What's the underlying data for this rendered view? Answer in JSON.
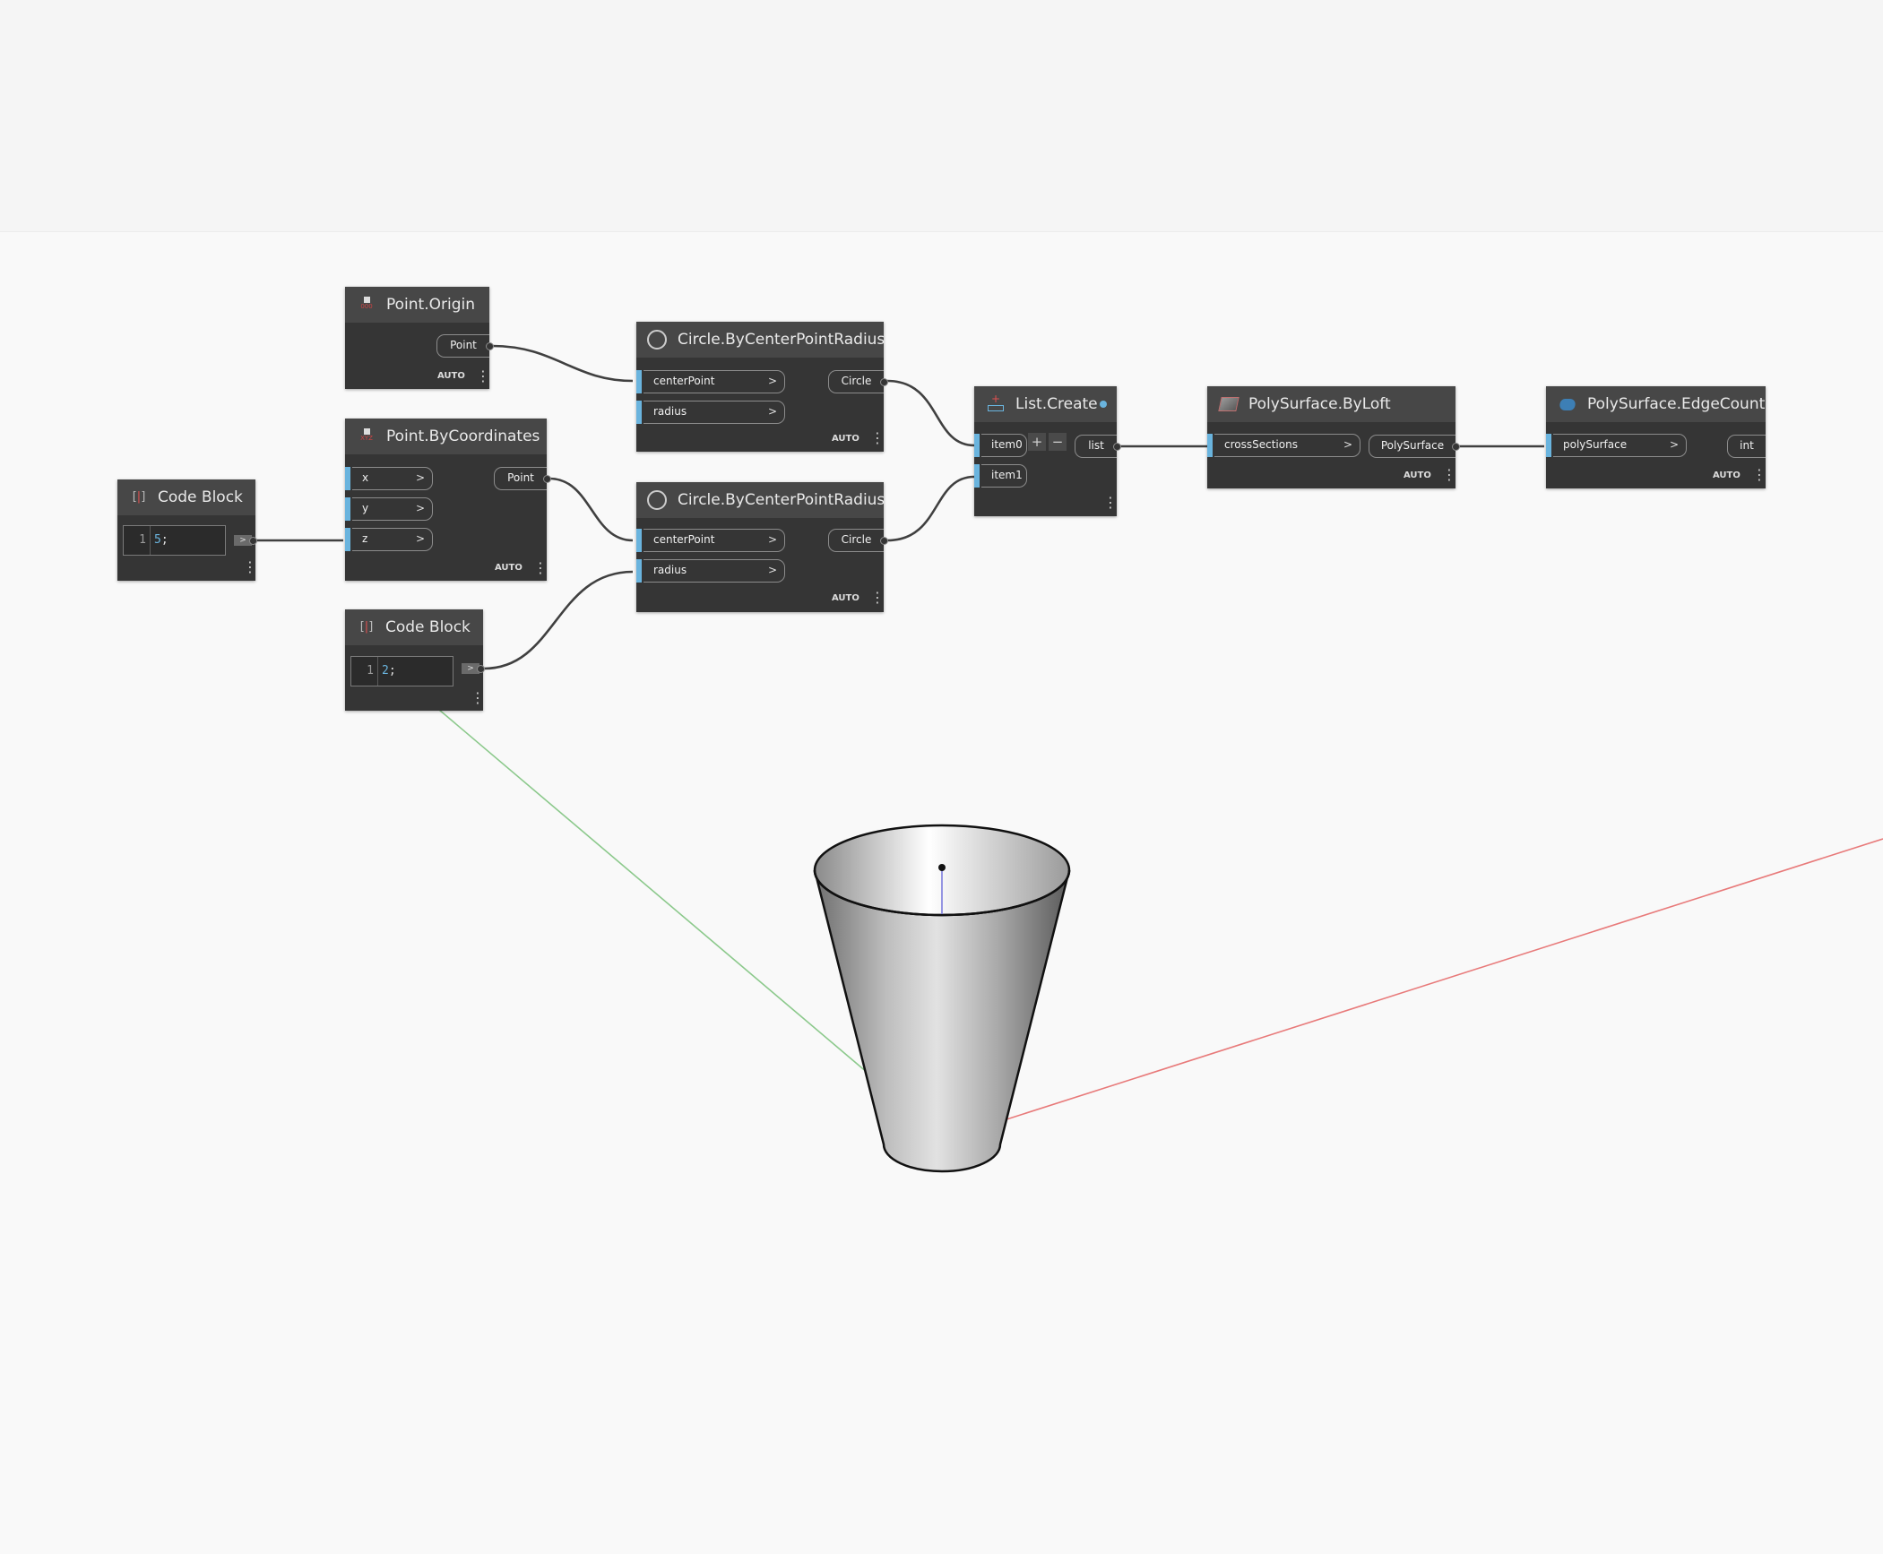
{
  "nodes": {
    "code_block_1": {
      "title": "Code Block",
      "line_number": "1",
      "value": "5",
      "terminator": ";",
      "out_label": ">"
    },
    "code_block_2": {
      "title": "Code Block",
      "line_number": "1",
      "value": "2",
      "terminator": ";",
      "out_label": ">"
    },
    "point_origin": {
      "title": "Point.Origin",
      "icon_text": "000",
      "output": "Point",
      "lacing": "AUTO"
    },
    "point_by_coordinates": {
      "title": "Point.ByCoordinates",
      "icon_text": "XYZ",
      "inputs": [
        "x",
        "y",
        "z"
      ],
      "output": "Point",
      "lacing": "AUTO"
    },
    "circle_1": {
      "title": "Circle.ByCenterPointRadius",
      "inputs": [
        "centerPoint",
        "radius"
      ],
      "output": "Circle",
      "lacing": "AUTO"
    },
    "circle_2": {
      "title": "Circle.ByCenterPointRadius",
      "inputs": [
        "centerPoint",
        "radius"
      ],
      "output": "Circle",
      "lacing": "AUTO"
    },
    "list_create": {
      "title": "List.Create",
      "inputs": [
        "item0",
        "item1"
      ],
      "output": "list",
      "add_label": "+",
      "remove_label": "−"
    },
    "polysurface_byloft": {
      "title": "PolySurface.ByLoft",
      "inputs": [
        "crossSections"
      ],
      "output": "PolySurface",
      "lacing": "AUTO"
    },
    "polysurface_edgecount": {
      "title": "PolySurface.EdgeCount",
      "inputs": [
        "polySurface"
      ],
      "output": "int",
      "lacing": "AUTO"
    }
  },
  "ui": {
    "input_chevron": ">",
    "menu_glyph": "⋮"
  },
  "colors": {
    "canvas": "#f9f9f9",
    "node_body": "#353535",
    "node_header": "#474747",
    "port_accent": "#6ab4de",
    "wire": "#404040",
    "axis_x": "#e87a7a",
    "axis_y": "#8cc98c",
    "axis_z": "#7d7dde"
  },
  "icons": {
    "code_block": "code-block-icon",
    "point": "point-icon",
    "circle": "circle-icon",
    "list": "list-create-icon",
    "loft": "loft-surface-icon",
    "edge_count": "polysurface-query-icon"
  }
}
